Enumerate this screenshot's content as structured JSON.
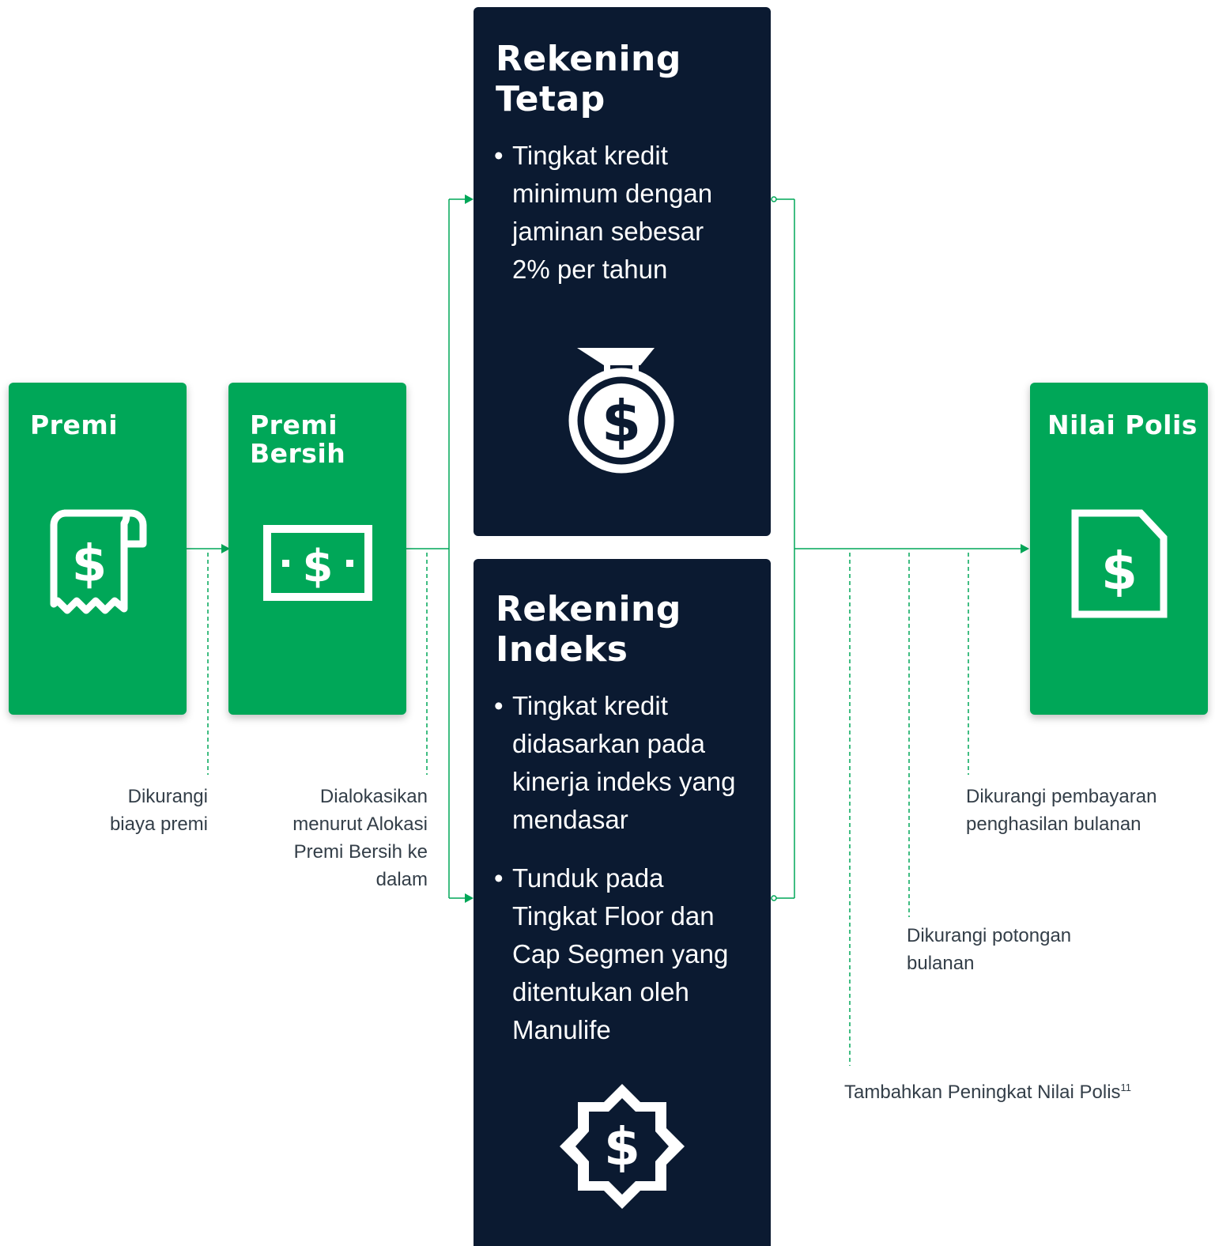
{
  "nodes": {
    "premi": {
      "title": "Premi",
      "icon": "receipt-dollar-icon"
    },
    "premi_bersih": {
      "title_line1": "Premi",
      "title_line2": "Bersih",
      "icon": "banknote-icon"
    },
    "rekening_tetap": {
      "title_line1": "Rekening",
      "title_line2": "Tetap",
      "bullets": [
        "Tingkat kredit minimum dengan jaminan sebesar 2% per tahun"
      ],
      "icon": "money-bag-icon"
    },
    "rekening_indeks": {
      "title_line1": "Rekening",
      "title_line2": "Indeks",
      "bullets": [
        "Tingkat kredit didasarkan pada kinerja indeks yang mendasar",
        "Tunduk pada Tingkat Floor dan Cap Segmen yang ditentukan oleh Manulife"
      ],
      "icon": "star-badge-dollar-icon"
    },
    "nilai_polis": {
      "title": "Nilai Polis",
      "icon": "document-dollar-icon"
    }
  },
  "notes": {
    "biaya_premi": [
      "Dikurangi",
      "biaya premi"
    ],
    "alokasi": [
      "Dialokasikan",
      "menurut Alokasi",
      "Premi Bersih ke",
      "dalam"
    ],
    "pembayaran": [
      "Dikurangi pembayaran",
      "penghasilan bulanan"
    ],
    "potongan": [
      "Dikurangi potongan",
      "bulanan"
    ],
    "peningkat": {
      "text": "Tambahkan Peningkat Nilai Polis",
      "superscript": "11"
    }
  },
  "colors": {
    "green": "#00a758",
    "navy": "#0b1a31",
    "text": "#333e48",
    "white": "#ffffff"
  }
}
